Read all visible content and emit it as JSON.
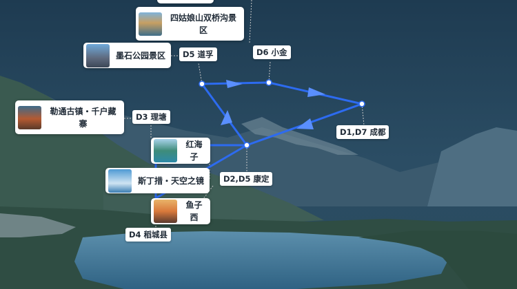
{
  "map": {
    "colors": {
      "route": "#2d6bf0",
      "route_arrow": "#5a8fff",
      "node_fill": "#ffffff",
      "node_stroke": "#2d6bf0",
      "leader": "#c9c9c9",
      "sky": "#24435a",
      "lake": "#3a6d8e"
    },
    "stops": [
      {
        "id": "chengdu",
        "label": "D1,D7 成都"
      },
      {
        "id": "kangding",
        "label": "D2,D5 康定"
      },
      {
        "id": "litang",
        "label": "D3 理塘"
      },
      {
        "id": "daocheng",
        "label": "D4 稻城县"
      },
      {
        "id": "daofu",
        "label": "D5 道孚"
      },
      {
        "id": "xiaojin",
        "label": "D6 小金"
      }
    ],
    "attractions": [
      {
        "id": "siguniang",
        "label": "四姑娘山双桥沟景区",
        "thumb_icon": "mountain-lake-photo"
      },
      {
        "id": "moshi",
        "label": "墨石公园景区",
        "thumb_icon": "stone-forest-photo"
      },
      {
        "id": "lengu",
        "label": "勒通古镇・千户藏寨",
        "thumb_icon": "tibetan-village-photo"
      },
      {
        "id": "honghaizi",
        "label": "红海子",
        "thumb_icon": "red-lake-photo"
      },
      {
        "id": "siding",
        "label": "斯丁措・天空之镜",
        "thumb_icon": "sky-mirror-photo"
      },
      {
        "id": "yuzixi",
        "label": "鱼子西",
        "thumb_icon": "snow-peak-sunset-photo"
      }
    ]
  }
}
